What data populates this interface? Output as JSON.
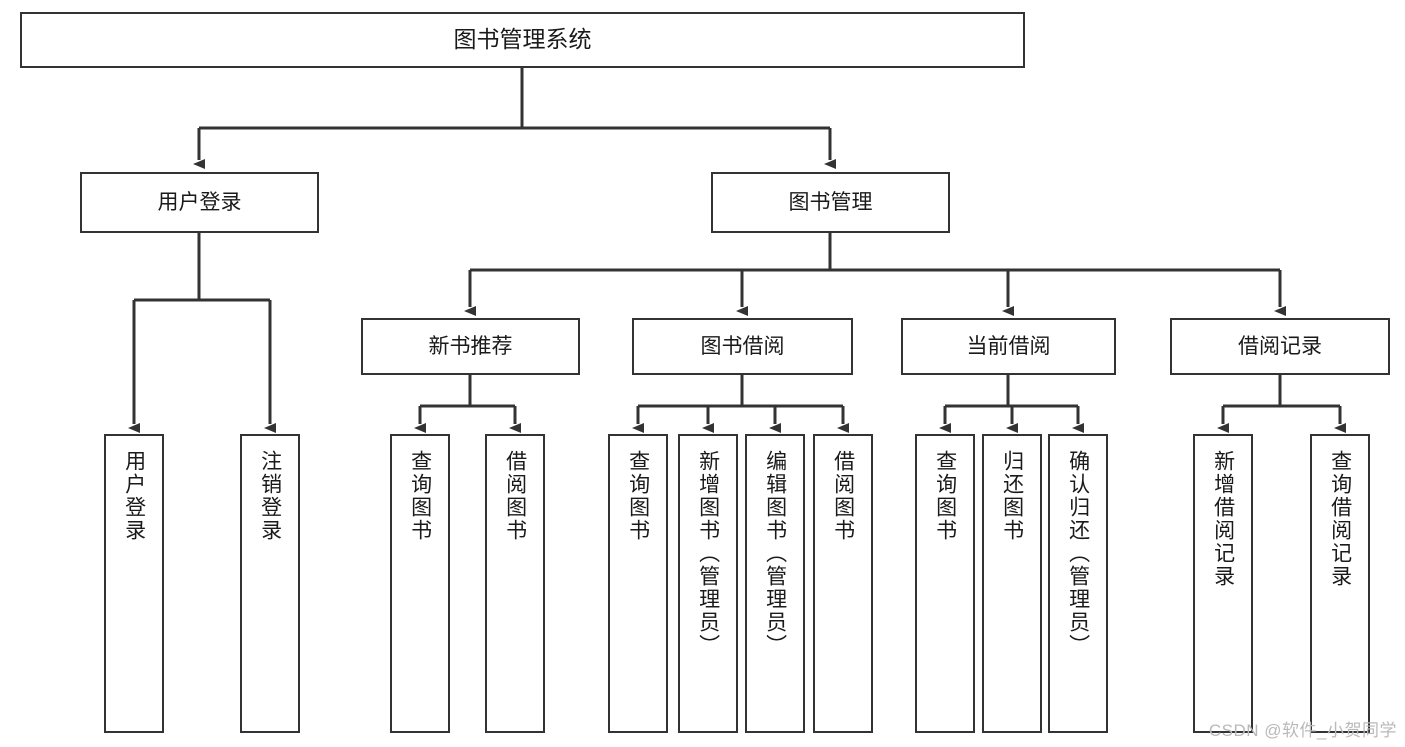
{
  "diagram": {
    "type": "tree",
    "title": "图书管理系统",
    "colors": {
      "background": "#ffffff",
      "box_border": "#333333",
      "box_fill": "#ffffff",
      "text": "#1a1a1a",
      "connector": "#333333",
      "watermark": "#b9b9b9"
    },
    "root": {
      "label": "图书管理系统"
    },
    "level1": [
      {
        "label": "用户登录"
      },
      {
        "label": "图书管理"
      }
    ],
    "level2": [
      {
        "label": "新书推荐"
      },
      {
        "label": "图书借阅"
      },
      {
        "label": "当前借阅"
      },
      {
        "label": "借阅记录"
      }
    ],
    "leaves": {
      "user_login": [
        {
          "label": "用户登录"
        },
        {
          "label": "注销登录"
        }
      ],
      "new_book_recommend": [
        {
          "label": "查询图书"
        },
        {
          "label": "借阅图书"
        }
      ],
      "book_borrow": [
        {
          "label": "查询图书"
        },
        {
          "label": "新增图书（管理员）"
        },
        {
          "label": "编辑图书（管理员）"
        },
        {
          "label": "借阅图书"
        }
      ],
      "current_borrow": [
        {
          "label": "查询图书"
        },
        {
          "label": "归还图书"
        },
        {
          "label": "确认归还（管理员）"
        }
      ],
      "borrow_record": [
        {
          "label": "新增借阅记录"
        },
        {
          "label": "查询借阅记录"
        }
      ]
    }
  },
  "watermark": {
    "text": "CSDN @软件_小贺同学"
  }
}
